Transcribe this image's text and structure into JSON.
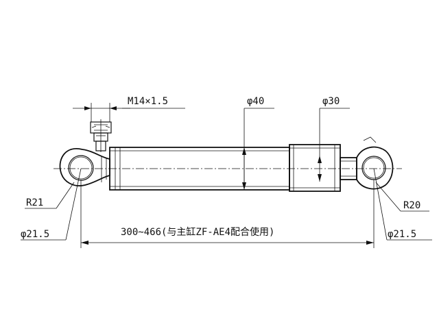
{
  "labels": {
    "thread": "M14×1.5",
    "body_diameter": "φ40",
    "rod_diameter": "φ30",
    "left_radius": "R21",
    "right_radius": "R20",
    "left_bore": "φ21.5",
    "right_bore": "φ21.5",
    "length": "300~466(与主缸ZF-AE4配合使用)"
  }
}
